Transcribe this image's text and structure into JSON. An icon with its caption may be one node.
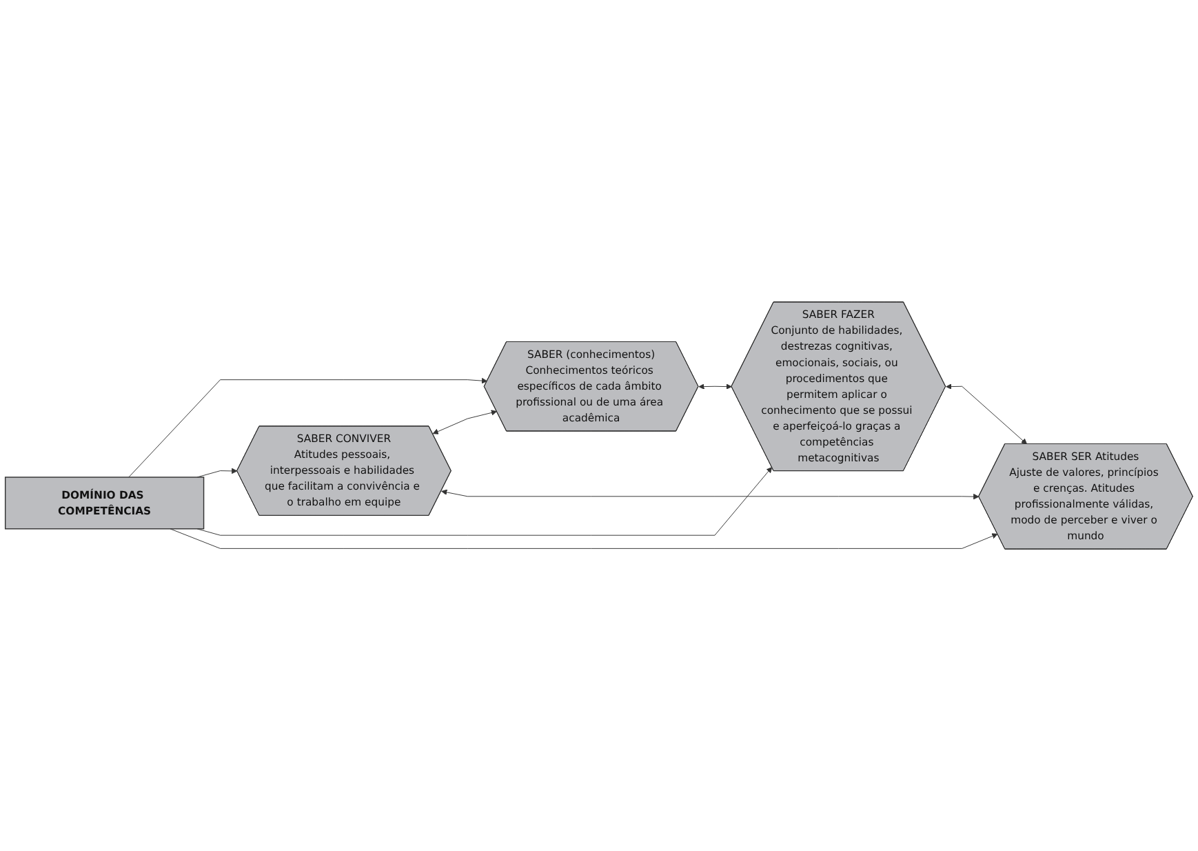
{
  "diagram": {
    "nodes": [
      {
        "text": [
          "SABER (conhecimentos)",
          "Conhecimentos teóricos específicos de cada âmbito profissional ou de uma área acadêmica"
        ]
      },
      {
        "text": [
          "SABER CONVIVER",
          "Atitudes pessoais, interpessoais e habilidades que facilitam a convivência e o trabalho em equipe"
        ]
      },
      {
        "text": [
          "DOMÍNIO DAS COMPETÊNCIAS"
        ]
      },
      {
        "text": [
          "SABER FAZER",
          "Conjunto de habilidades, destrezas cognitivas, emocionais, sociais, ou procedimentos que permitem aplicar o conhecimento que se possui e aperfeiçoá-lo graças a competências metacognitivas"
        ]
      },
      {
        "text": [
          "SABER SER Atitudes",
          "Ajuste de valores, princípios e crenças. Atitudes profissionalmente válidas, modo de perceber e viver o mundo"
        ]
      }
    ],
    "edges": [
      {
        "from": 2,
        "to": 0,
        "arrow": "to"
      },
      {
        "from": 2,
        "to": 1,
        "arrow": "to"
      },
      {
        "from": 2,
        "to": 3,
        "arrow": "to"
      },
      {
        "from": 2,
        "to": 4,
        "arrow": "to"
      },
      {
        "from": 1,
        "to": 0,
        "arrow": "both"
      },
      {
        "from": 0,
        "to": 3,
        "arrow": "both"
      },
      {
        "from": 1,
        "to": 4,
        "arrow": "both"
      },
      {
        "from": 3,
        "to": 4,
        "arrow": "both"
      }
    ]
  }
}
